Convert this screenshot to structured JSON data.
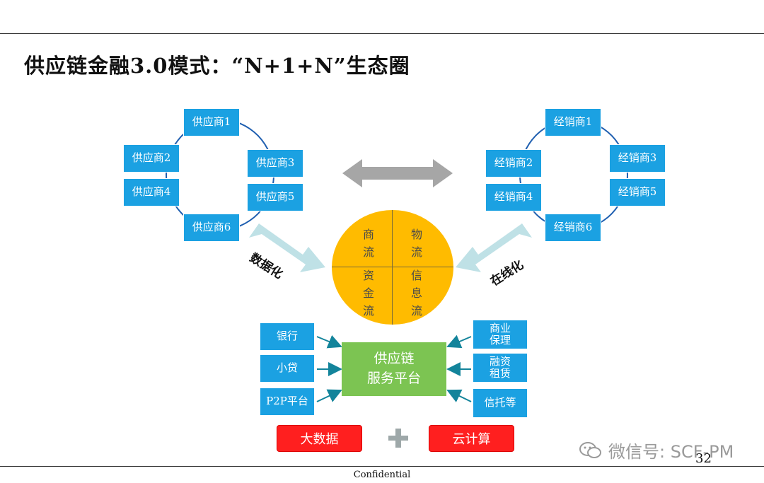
{
  "title": "供应链金融3.0模式：“N+1+N”生态圈",
  "suppliers": [
    "供应商1",
    "供应商2",
    "供应商3",
    "供应商4",
    "供应商5",
    "供应商6"
  ],
  "distributors": [
    "经销商1",
    "经销商2",
    "经销商3",
    "经销商4",
    "经销商5",
    "经销商6"
  ],
  "left_arrow_label": "数据化",
  "right_arrow_label": "在线化",
  "flows": {
    "top_left": "商流",
    "top_right": "物流",
    "bottom_left": "资金流",
    "bottom_right": "信息流"
  },
  "platform": {
    "line1": "供应链",
    "line2": "服务平台"
  },
  "left_inputs": [
    "银行",
    "小贷",
    "P2P平台"
  ],
  "right_inputs": [
    {
      "line1": "商业",
      "line2": "保理"
    },
    {
      "line1": "融资",
      "line2": "租赁"
    },
    {
      "line1": "信托等",
      "line2": ""
    }
  ],
  "bottom": {
    "left": "大数据",
    "right": "云计算"
  },
  "watermark": "微信号: SCF-PM",
  "page_number": "32",
  "footer": "Confidential",
  "colors": {
    "box_blue": "#1ba1e2",
    "ring_blue": "#1f5fb0",
    "platform_green": "#7cc452",
    "circle_orange": "#ffbb00",
    "red": "#ff1f1f",
    "arrow_gray": "#a6a6a6",
    "arrow_light_teal": "#bfe1e6",
    "connector_teal": "#13849b"
  }
}
